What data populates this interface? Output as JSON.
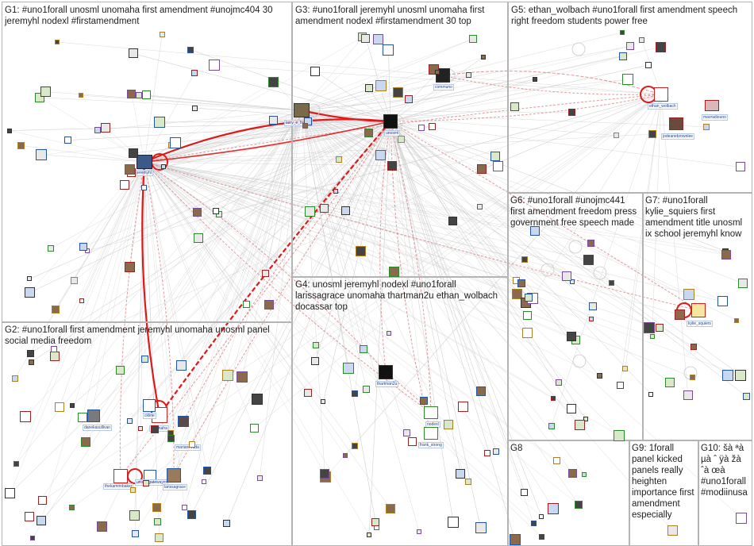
{
  "groups": [
    {
      "id": "G1",
      "label": "G1: #uno1forall unosml unomaha first amendment #unojmc404 30\njeremyhl nodexl #firstamendment"
    },
    {
      "id": "G2",
      "label": "G2: #uno1forall first amendment jeremyhl unomaha unosml panel\nsocial media freedom"
    },
    {
      "id": "G3",
      "label": "G3: #uno1forall jeremyhl unosml unomaha first\namendment nodexl #firstamendment 30 top"
    },
    {
      "id": "G4",
      "label": "G4: unosml jeremyhl nodexl #uno1forall\nlarissagrace unomaha thartman2u ethan_wolbach\ndocassar top"
    },
    {
      "id": "G5",
      "label": "G5: ethan_wolbach #uno1forall first amendment speech\nright freedom students power free"
    },
    {
      "id": "G6",
      "label": "G6: #uno1forall #unojmc441\nfirst amendment freedom press\ngovernment free speech made"
    },
    {
      "id": "G7",
      "label": "G7: #uno1forall\nkylie_squiers first\namendment title unosml\nix school jeremyhl know"
    },
    {
      "id": "G8",
      "label": "G8"
    },
    {
      "id": "G9",
      "label": "G9: 1forall\npanel kicked\npanels really\nheighten\nimportance first\namendment\nespecially"
    },
    {
      "id": "G10",
      "label": "G10: šà ªà\nµà ˆ ÿà žà\nˆà œà\n#uno1forall\n#modiinusa"
    }
  ],
  "hubs": [
    {
      "id": "jeremyhl",
      "label": "jeremyhl"
    },
    {
      "id": "larry",
      "label": "larry_e_barton"
    },
    {
      "id": "unosml",
      "label": "unosml"
    },
    {
      "id": "communo",
      "label": "communo"
    },
    {
      "id": "ethan",
      "label": "ethan_wolbach"
    },
    {
      "id": "mavrad",
      "label": "mavradiouno"
    },
    {
      "id": "jodeane",
      "label": "jodeanebrownlee"
    },
    {
      "id": "kylie",
      "label": "kylie_squiers"
    },
    {
      "id": "thartman",
      "label": "thartman2u"
    },
    {
      "id": "nodexl",
      "label": "nodexl"
    },
    {
      "id": "frank",
      "label": "frank_strong"
    },
    {
      "id": "unomaha",
      "label": "unomaha"
    },
    {
      "id": "cktrail",
      "label": "ckline"
    },
    {
      "id": "danek",
      "label": "danekasullivan"
    },
    {
      "id": "maria",
      "label": "marianevada"
    },
    {
      "id": "theka",
      "label": "thekamrinbaker"
    },
    {
      "id": "unothega",
      "label": "unothegatewaym"
    },
    {
      "id": "lariss",
      "label": "larissagrace"
    }
  ],
  "colors": {
    "strong_edge": "#e01818",
    "weak_edge": "#c9c9c9",
    "mid_edge": "#d77a7a",
    "box_border": "#b4b4b4",
    "label_blue": "#1c3b8a"
  }
}
